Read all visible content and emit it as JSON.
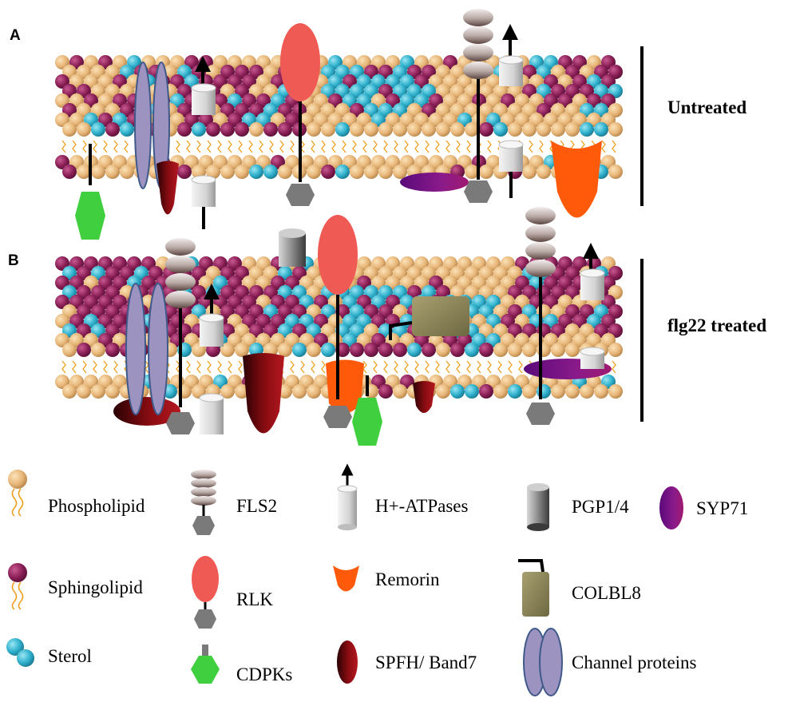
{
  "panels": [
    {
      "letter": "A",
      "condition": "Untreated"
    },
    {
      "letter": "B",
      "condition": "flg22 treated"
    }
  ],
  "legend": [
    {
      "icon": "phospholipid-icon",
      "label": "Phospholipid"
    },
    {
      "icon": "sphingolipid-icon",
      "label": "Sphingolipid"
    },
    {
      "icon": "sterol-icon",
      "label": "Sterol"
    },
    {
      "icon": "fls2-icon",
      "label": "FLS2"
    },
    {
      "icon": "rlk-icon",
      "label": "RLK"
    },
    {
      "icon": "cdpk-icon",
      "label": "CDPKs"
    },
    {
      "icon": "h-atpase-icon",
      "label": "H+-ATPases"
    },
    {
      "icon": "remorin-icon",
      "label": "Remorin"
    },
    {
      "icon": "spfh-band7-icon",
      "label": "SPFH/ Band7"
    },
    {
      "icon": "pgp-icon",
      "label": "PGP1/4"
    },
    {
      "icon": "colbl8-icon",
      "label": "COLBL8"
    },
    {
      "icon": "channel-protein-icon",
      "label": "Channel proteins"
    },
    {
      "icon": "syp71-icon",
      "label": "SYP71"
    }
  ],
  "colors": {
    "phospholipid": "#e8b77a",
    "sphingolipid": "#8a1f56",
    "sterol": "#2fb0cc",
    "tail": "#f0a020",
    "rlk": "#f05a55",
    "cdpk": "#3fcf3f",
    "remorin": "#ff5a0a",
    "spfh": "#8a0c12",
    "syp71": "#7a1280",
    "colbl8": "#8c8558",
    "channel": "#9c93c0",
    "kinase": "#7a7a7a"
  }
}
